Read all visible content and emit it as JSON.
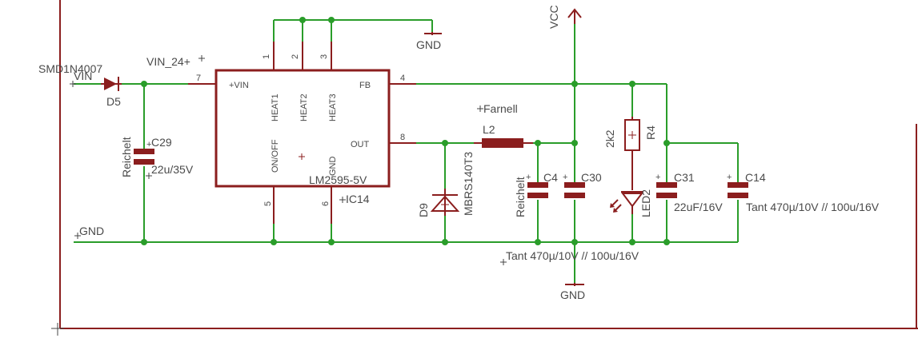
{
  "ic": {
    "ref": "IC14",
    "value": "LM2595-5V",
    "pins_left": [
      "+VIN"
    ],
    "pins_top": [
      "HEAT1",
      "HEAT2",
      "HEAT3"
    ],
    "pins_right": [
      "FB",
      "OUT"
    ],
    "pins_bottom": [
      "ON/OFF",
      "GND"
    ],
    "pin_numbers": {
      "vin": "7",
      "heat1": "1",
      "heat2": "2",
      "heat3": "3",
      "fb": "4",
      "out": "8",
      "onoff": "5",
      "gnd": "6"
    }
  },
  "nets": {
    "vin": "VIN",
    "vin24": "VIN_24+",
    "gnd": "GND",
    "vcc": "VCC"
  },
  "components": {
    "d5": {
      "ref": "D5",
      "value": "SMD1N4007"
    },
    "c29": {
      "ref": "C29",
      "value": "22u/35V",
      "supplier": "Reichelt"
    },
    "d9": {
      "ref": "D9",
      "value": "MBRS140T3"
    },
    "l2": {
      "ref": "L2",
      "supplier": "Farnell"
    },
    "c4": {
      "ref": "C4",
      "supplier": "Reichelt"
    },
    "c30": {
      "ref": "C30",
      "value": "Tant 470µ/10V // 100u/16V"
    },
    "r4": {
      "ref": "R4",
      "value": "2k2"
    },
    "led2": {
      "ref": "LED2"
    },
    "c31": {
      "ref": "C31",
      "value": "22uF/16V"
    },
    "c14": {
      "ref": "C14",
      "value": "Tant 470µ/10V // 100u/16V"
    }
  },
  "colors": {
    "wire": "#2a9d2a",
    "part": "#8b1e1e",
    "text": "#4a4a4a"
  }
}
